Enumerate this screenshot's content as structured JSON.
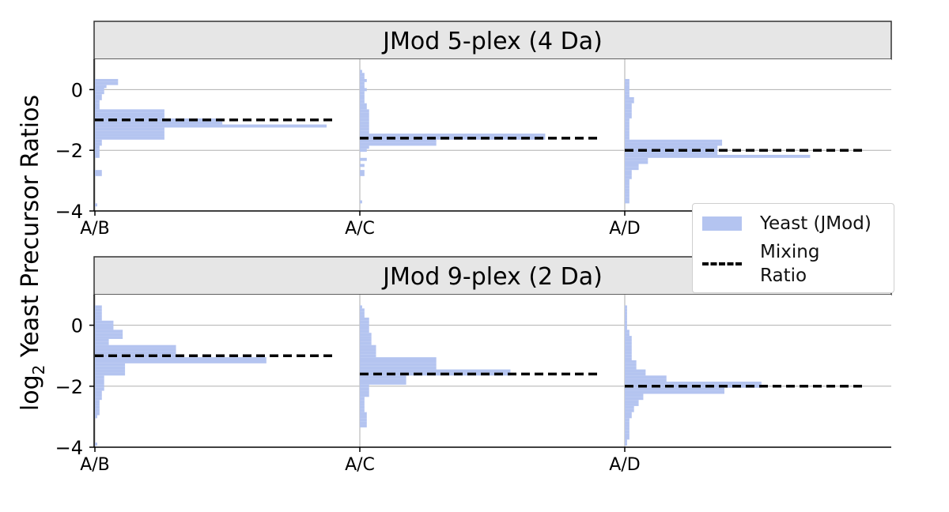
{
  "y_axis_label": "log",
  "y_axis_label_sub": "2",
  "y_axis_label_rest": " Yeast Precursor Ratios",
  "colors": {
    "histogram": "#b4c4f0",
    "mixing_line": "#000000",
    "strip": "#e6e6e6",
    "grid": "#b0b0b0"
  },
  "legend": {
    "items": [
      {
        "label": "Yeast (JMod)",
        "kind": "fill"
      },
      {
        "label": "Mixing\nRatio",
        "kind": "dashed-line"
      }
    ]
  },
  "chart_data": [
    {
      "type": "histogram-violin",
      "title": "JMod 5-plex (4 Da)",
      "yticks": [
        0,
        -2,
        -4
      ],
      "ylim": [
        -4,
        1
      ],
      "bin_width": 0.1,
      "groups": [
        {
          "label": "A/B",
          "mixing_ratio": -1.0,
          "bins": [
            [
              0.3,
              0.1
            ],
            [
              0.2,
              0.1
            ],
            [
              0.1,
              0.05
            ],
            [
              0,
              0.04
            ],
            [
              -0.1,
              0.04
            ],
            [
              -0.2,
              0.03
            ],
            [
              -0.3,
              0.03
            ],
            [
              -0.4,
              0.02
            ],
            [
              -0.5,
              0.02
            ],
            [
              -0.6,
              0.02
            ],
            [
              -0.7,
              0.3
            ],
            [
              -0.8,
              0.3
            ],
            [
              -0.9,
              0.3
            ],
            [
              -1.0,
              0.55
            ],
            [
              -1.1,
              0.55
            ],
            [
              -1.2,
              1.0
            ],
            [
              -1.3,
              0.3
            ],
            [
              -1.4,
              0.3
            ],
            [
              -1.5,
              0.3
            ],
            [
              -1.6,
              0.3
            ],
            [
              -1.7,
              0.03
            ],
            [
              -1.8,
              0.03
            ],
            [
              -1.9,
              0.02
            ],
            [
              -2.0,
              0.02
            ],
            [
              -2.1,
              0.02
            ],
            [
              -2.2,
              0.02
            ],
            [
              -2.7,
              0.03
            ],
            [
              -2.8,
              0.03
            ],
            [
              -3.8,
              0.01
            ]
          ]
        },
        {
          "label": "A/C",
          "mixing_ratio": -1.6,
          "bins": [
            [
              0.6,
              0.01
            ],
            [
              0.5,
              0.02
            ],
            [
              0.4,
              0.02
            ],
            [
              0.3,
              0.03
            ],
            [
              0.2,
              0.02
            ],
            [
              0.1,
              0.02
            ],
            [
              0,
              0.03
            ],
            [
              -0.1,
              0.02
            ],
            [
              -0.2,
              0.02
            ],
            [
              -0.3,
              0.02
            ],
            [
              -0.4,
              0.02
            ],
            [
              -0.5,
              0.03
            ],
            [
              -0.6,
              0.03
            ],
            [
              -0.7,
              0.04
            ],
            [
              -0.8,
              0.04
            ],
            [
              -0.9,
              0.04
            ],
            [
              -1.0,
              0.04
            ],
            [
              -1.1,
              0.04
            ],
            [
              -1.2,
              0.04
            ],
            [
              -1.3,
              0.04
            ],
            [
              -1.4,
              0.04
            ],
            [
              -1.5,
              0.8
            ],
            [
              -1.6,
              0.8
            ],
            [
              -1.7,
              0.33
            ],
            [
              -1.8,
              0.33
            ],
            [
              -1.9,
              0.04
            ],
            [
              -2.0,
              0.03
            ],
            [
              -2.3,
              0.03
            ],
            [
              -2.5,
              0.02
            ],
            [
              -2.7,
              0.02
            ],
            [
              -2.8,
              0.02
            ],
            [
              -3.7,
              0.01
            ]
          ]
        },
        {
          "label": "A/D",
          "mixing_ratio": -2.0,
          "bins": [
            [
              0.3,
              0.02
            ],
            [
              0.2,
              0.02
            ],
            [
              0.1,
              0.02
            ],
            [
              0,
              0.02
            ],
            [
              -0.1,
              0.02
            ],
            [
              -0.2,
              0.02
            ],
            [
              -0.3,
              0.04
            ],
            [
              -0.4,
              0.04
            ],
            [
              -0.5,
              0.03
            ],
            [
              -0.6,
              0.03
            ],
            [
              -0.7,
              0.03
            ],
            [
              -0.8,
              0.03
            ],
            [
              -0.9,
              0.03
            ],
            [
              -1.0,
              0.02
            ],
            [
              -1.1,
              0.02
            ],
            [
              -1.2,
              0.02
            ],
            [
              -1.3,
              0.02
            ],
            [
              -1.4,
              0.02
            ],
            [
              -1.5,
              0.02
            ],
            [
              -1.6,
              0.02
            ],
            [
              -1.7,
              0.42
            ],
            [
              -1.8,
              0.42
            ],
            [
              -1.9,
              0.4
            ],
            [
              -2.0,
              0.4
            ],
            [
              -2.1,
              0.4
            ],
            [
              -2.2,
              0.8
            ],
            [
              -2.3,
              0.1
            ],
            [
              -2.4,
              0.1
            ],
            [
              -2.5,
              0.06
            ],
            [
              -2.6,
              0.06
            ],
            [
              -2.7,
              0.03
            ],
            [
              -2.8,
              0.03
            ],
            [
              -2.9,
              0.03
            ],
            [
              -3.0,
              0.02
            ],
            [
              -3.1,
              0.02
            ],
            [
              -3.2,
              0.02
            ],
            [
              -3.3,
              0.02
            ],
            [
              -3.4,
              0.02
            ],
            [
              -3.5,
              0.02
            ],
            [
              -3.6,
              0.02
            ],
            [
              -3.7,
              0.02
            ]
          ]
        }
      ]
    },
    {
      "type": "histogram-violin",
      "title": "JMod 9-plex (2 Da)",
      "yticks": [
        0,
        -2,
        -4
      ],
      "ylim": [
        -4,
        1
      ],
      "bin_width": 0.1,
      "groups": [
        {
          "label": "A/B",
          "mixing_ratio": -1.0,
          "bins": [
            [
              0.6,
              0.03
            ],
            [
              0.5,
              0.03
            ],
            [
              0.4,
              0.03
            ],
            [
              0.3,
              0.03
            ],
            [
              0.2,
              0.03
            ],
            [
              0.1,
              0.08
            ],
            [
              0,
              0.08
            ],
            [
              -0.1,
              0.08
            ],
            [
              -0.2,
              0.12
            ],
            [
              -0.3,
              0.12
            ],
            [
              -0.4,
              0.12
            ],
            [
              -0.5,
              0.06
            ],
            [
              -0.6,
              0.06
            ],
            [
              -0.7,
              0.35
            ],
            [
              -0.8,
              0.35
            ],
            [
              -0.9,
              0.35
            ],
            [
              -1.0,
              0.35
            ],
            [
              -1.1,
              0.74
            ],
            [
              -1.2,
              0.74
            ],
            [
              -1.3,
              0.13
            ],
            [
              -1.4,
              0.13
            ],
            [
              -1.5,
              0.13
            ],
            [
              -1.6,
              0.13
            ],
            [
              -1.7,
              0.04
            ],
            [
              -1.8,
              0.04
            ],
            [
              -1.9,
              0.04
            ],
            [
              -2.0,
              0.04
            ],
            [
              -2.1,
              0.04
            ],
            [
              -2.2,
              0.03
            ],
            [
              -2.3,
              0.03
            ],
            [
              -2.4,
              0.03
            ],
            [
              -2.5,
              0.02
            ],
            [
              -2.6,
              0.02
            ],
            [
              -2.7,
              0.02
            ],
            [
              -2.8,
              0.02
            ],
            [
              -2.9,
              0.02
            ],
            [
              -3.0,
              0.01
            ],
            [
              -3.9,
              0.01
            ]
          ]
        },
        {
          "label": "A/C",
          "mixing_ratio": -1.6,
          "bins": [
            [
              0.6,
              0.01
            ],
            [
              0.5,
              0.02
            ],
            [
              0.4,
              0.02
            ],
            [
              0.3,
              0.02
            ],
            [
              0.2,
              0.04
            ],
            [
              0.1,
              0.04
            ],
            [
              0,
              0.04
            ],
            [
              -0.1,
              0.04
            ],
            [
              -0.2,
              0.04
            ],
            [
              -0.3,
              0.05
            ],
            [
              -0.4,
              0.05
            ],
            [
              -0.5,
              0.05
            ],
            [
              -0.6,
              0.05
            ],
            [
              -0.7,
              0.07
            ],
            [
              -0.8,
              0.07
            ],
            [
              -0.9,
              0.07
            ],
            [
              -1.0,
              0.07
            ],
            [
              -1.1,
              0.33
            ],
            [
              -1.2,
              0.33
            ],
            [
              -1.3,
              0.33
            ],
            [
              -1.4,
              0.33
            ],
            [
              -1.5,
              0.65
            ],
            [
              -1.6,
              0.65
            ],
            [
              -1.7,
              0.2
            ],
            [
              -1.8,
              0.2
            ],
            [
              -1.9,
              0.2
            ],
            [
              -2.0,
              0.04
            ],
            [
              -2.1,
              0.04
            ],
            [
              -2.2,
              0.04
            ],
            [
              -2.3,
              0.04
            ],
            [
              -2.4,
              0.02
            ],
            [
              -2.5,
              0.02
            ],
            [
              -2.6,
              0.02
            ],
            [
              -2.7,
              0.02
            ],
            [
              -2.8,
              0.02
            ],
            [
              -2.9,
              0.03
            ],
            [
              -3.0,
              0.03
            ],
            [
              -3.1,
              0.03
            ],
            [
              -3.2,
              0.03
            ],
            [
              -3.3,
              0.03
            ]
          ]
        },
        {
          "label": "A/D",
          "mixing_ratio": -2.0,
          "bins": [
            [
              0.6,
              0.01
            ],
            [
              0.5,
              0.01
            ],
            [
              0.4,
              0.01
            ],
            [
              0.3,
              0.01
            ],
            [
              0.2,
              0.01
            ],
            [
              0.1,
              0.01
            ],
            [
              0,
              0.01
            ],
            [
              -0.1,
              0.01
            ],
            [
              -0.2,
              0.02
            ],
            [
              -0.3,
              0.02
            ],
            [
              -0.4,
              0.03
            ],
            [
              -0.5,
              0.03
            ],
            [
              -0.6,
              0.03
            ],
            [
              -0.7,
              0.03
            ],
            [
              -0.8,
              0.03
            ],
            [
              -0.9,
              0.03
            ],
            [
              -1.0,
              0.03
            ],
            [
              -1.1,
              0.03
            ],
            [
              -1.2,
              0.05
            ],
            [
              -1.3,
              0.05
            ],
            [
              -1.4,
              0.05
            ],
            [
              -1.5,
              0.09
            ],
            [
              -1.6,
              0.09
            ],
            [
              -1.7,
              0.18
            ],
            [
              -1.8,
              0.18
            ],
            [
              -1.9,
              0.59
            ],
            [
              -2.0,
              0.59
            ],
            [
              -2.1,
              0.43
            ],
            [
              -2.2,
              0.43
            ],
            [
              -2.3,
              0.08
            ],
            [
              -2.4,
              0.08
            ],
            [
              -2.5,
              0.06
            ],
            [
              -2.6,
              0.06
            ],
            [
              -2.7,
              0.04
            ],
            [
              -2.8,
              0.04
            ],
            [
              -2.9,
              0.03
            ],
            [
              -3.0,
              0.03
            ],
            [
              -3.1,
              0.02
            ],
            [
              -3.2,
              0.02
            ],
            [
              -3.3,
              0.02
            ],
            [
              -3.4,
              0.02
            ],
            [
              -3.5,
              0.02
            ],
            [
              -3.6,
              0.02
            ],
            [
              -3.7,
              0.02
            ],
            [
              -3.8,
              0.01
            ],
            [
              -3.9,
              0.01
            ]
          ]
        }
      ]
    }
  ]
}
